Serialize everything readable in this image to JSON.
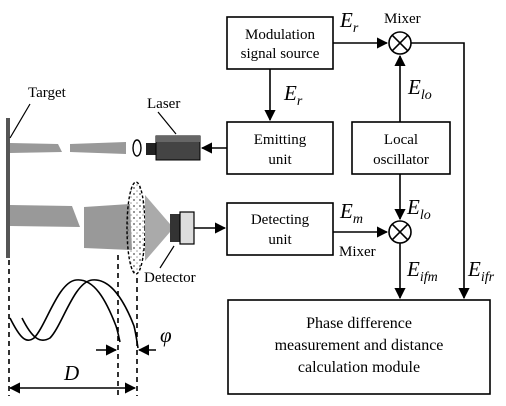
{
  "blocks": {
    "modulation": [
      "Modulation",
      "signal source"
    ],
    "emitting": [
      "Emitting",
      "unit"
    ],
    "local_osc": [
      "Local",
      "oscillator"
    ],
    "detecting": [
      "Detecting",
      "unit"
    ],
    "phase": [
      "Phase difference",
      "measurement and distance",
      "calculation module"
    ]
  },
  "labels": {
    "mixer_top": "Mixer",
    "mixer_bottom": "Mixer",
    "target": "Target",
    "laser": "Laser",
    "detector": "Detector",
    "distance": "D",
    "phase": "φ"
  },
  "signals": {
    "er_top": {
      "base": "E",
      "sub": "r"
    },
    "er_mid": {
      "base": "E",
      "sub": "r"
    },
    "elo_top": {
      "base": "E",
      "sub": "lo"
    },
    "elo_bottom": {
      "base": "E",
      "sub": "lo"
    },
    "em": {
      "base": "E",
      "sub": "m"
    },
    "eifm": {
      "base": "E",
      "sub": "ifm"
    },
    "eifr": {
      "base": "E",
      "sub": "ifr"
    }
  }
}
